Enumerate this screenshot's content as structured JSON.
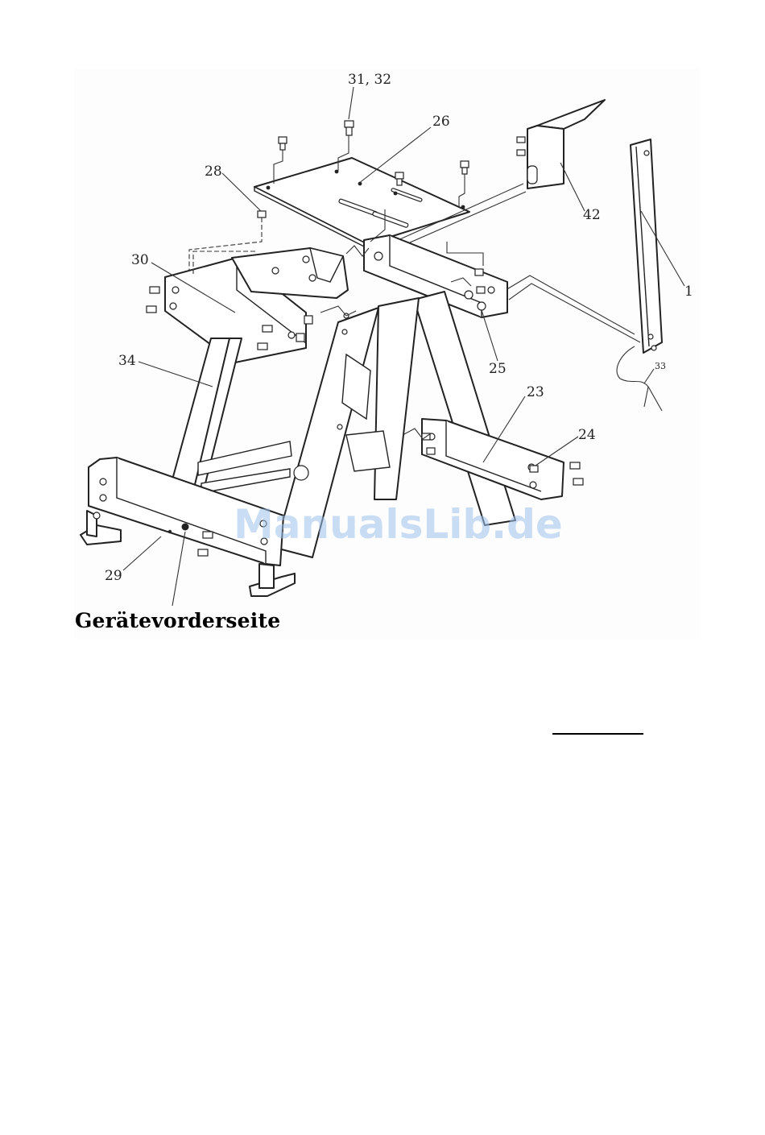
{
  "diagram": {
    "part_labels": [
      {
        "id": "l-31-32",
        "text": "31, 32"
      },
      {
        "id": "l-26",
        "text": "26"
      },
      {
        "id": "l-28",
        "text": "28"
      },
      {
        "id": "l-42",
        "text": "42"
      },
      {
        "id": "l-1",
        "text": "1"
      },
      {
        "id": "l-30",
        "text": "30"
      },
      {
        "id": "l-25",
        "text": "25"
      },
      {
        "id": "l-34",
        "text": "34"
      },
      {
        "id": "l-33",
        "text": "33"
      },
      {
        "id": "l-23",
        "text": "23"
      },
      {
        "id": "l-24",
        "text": "24"
      },
      {
        "id": "l-29",
        "text": "29"
      }
    ],
    "caption": "Gerätevorderseite",
    "watermark": "ManualsLib.de",
    "watermark_color": "#9ec2ee"
  }
}
